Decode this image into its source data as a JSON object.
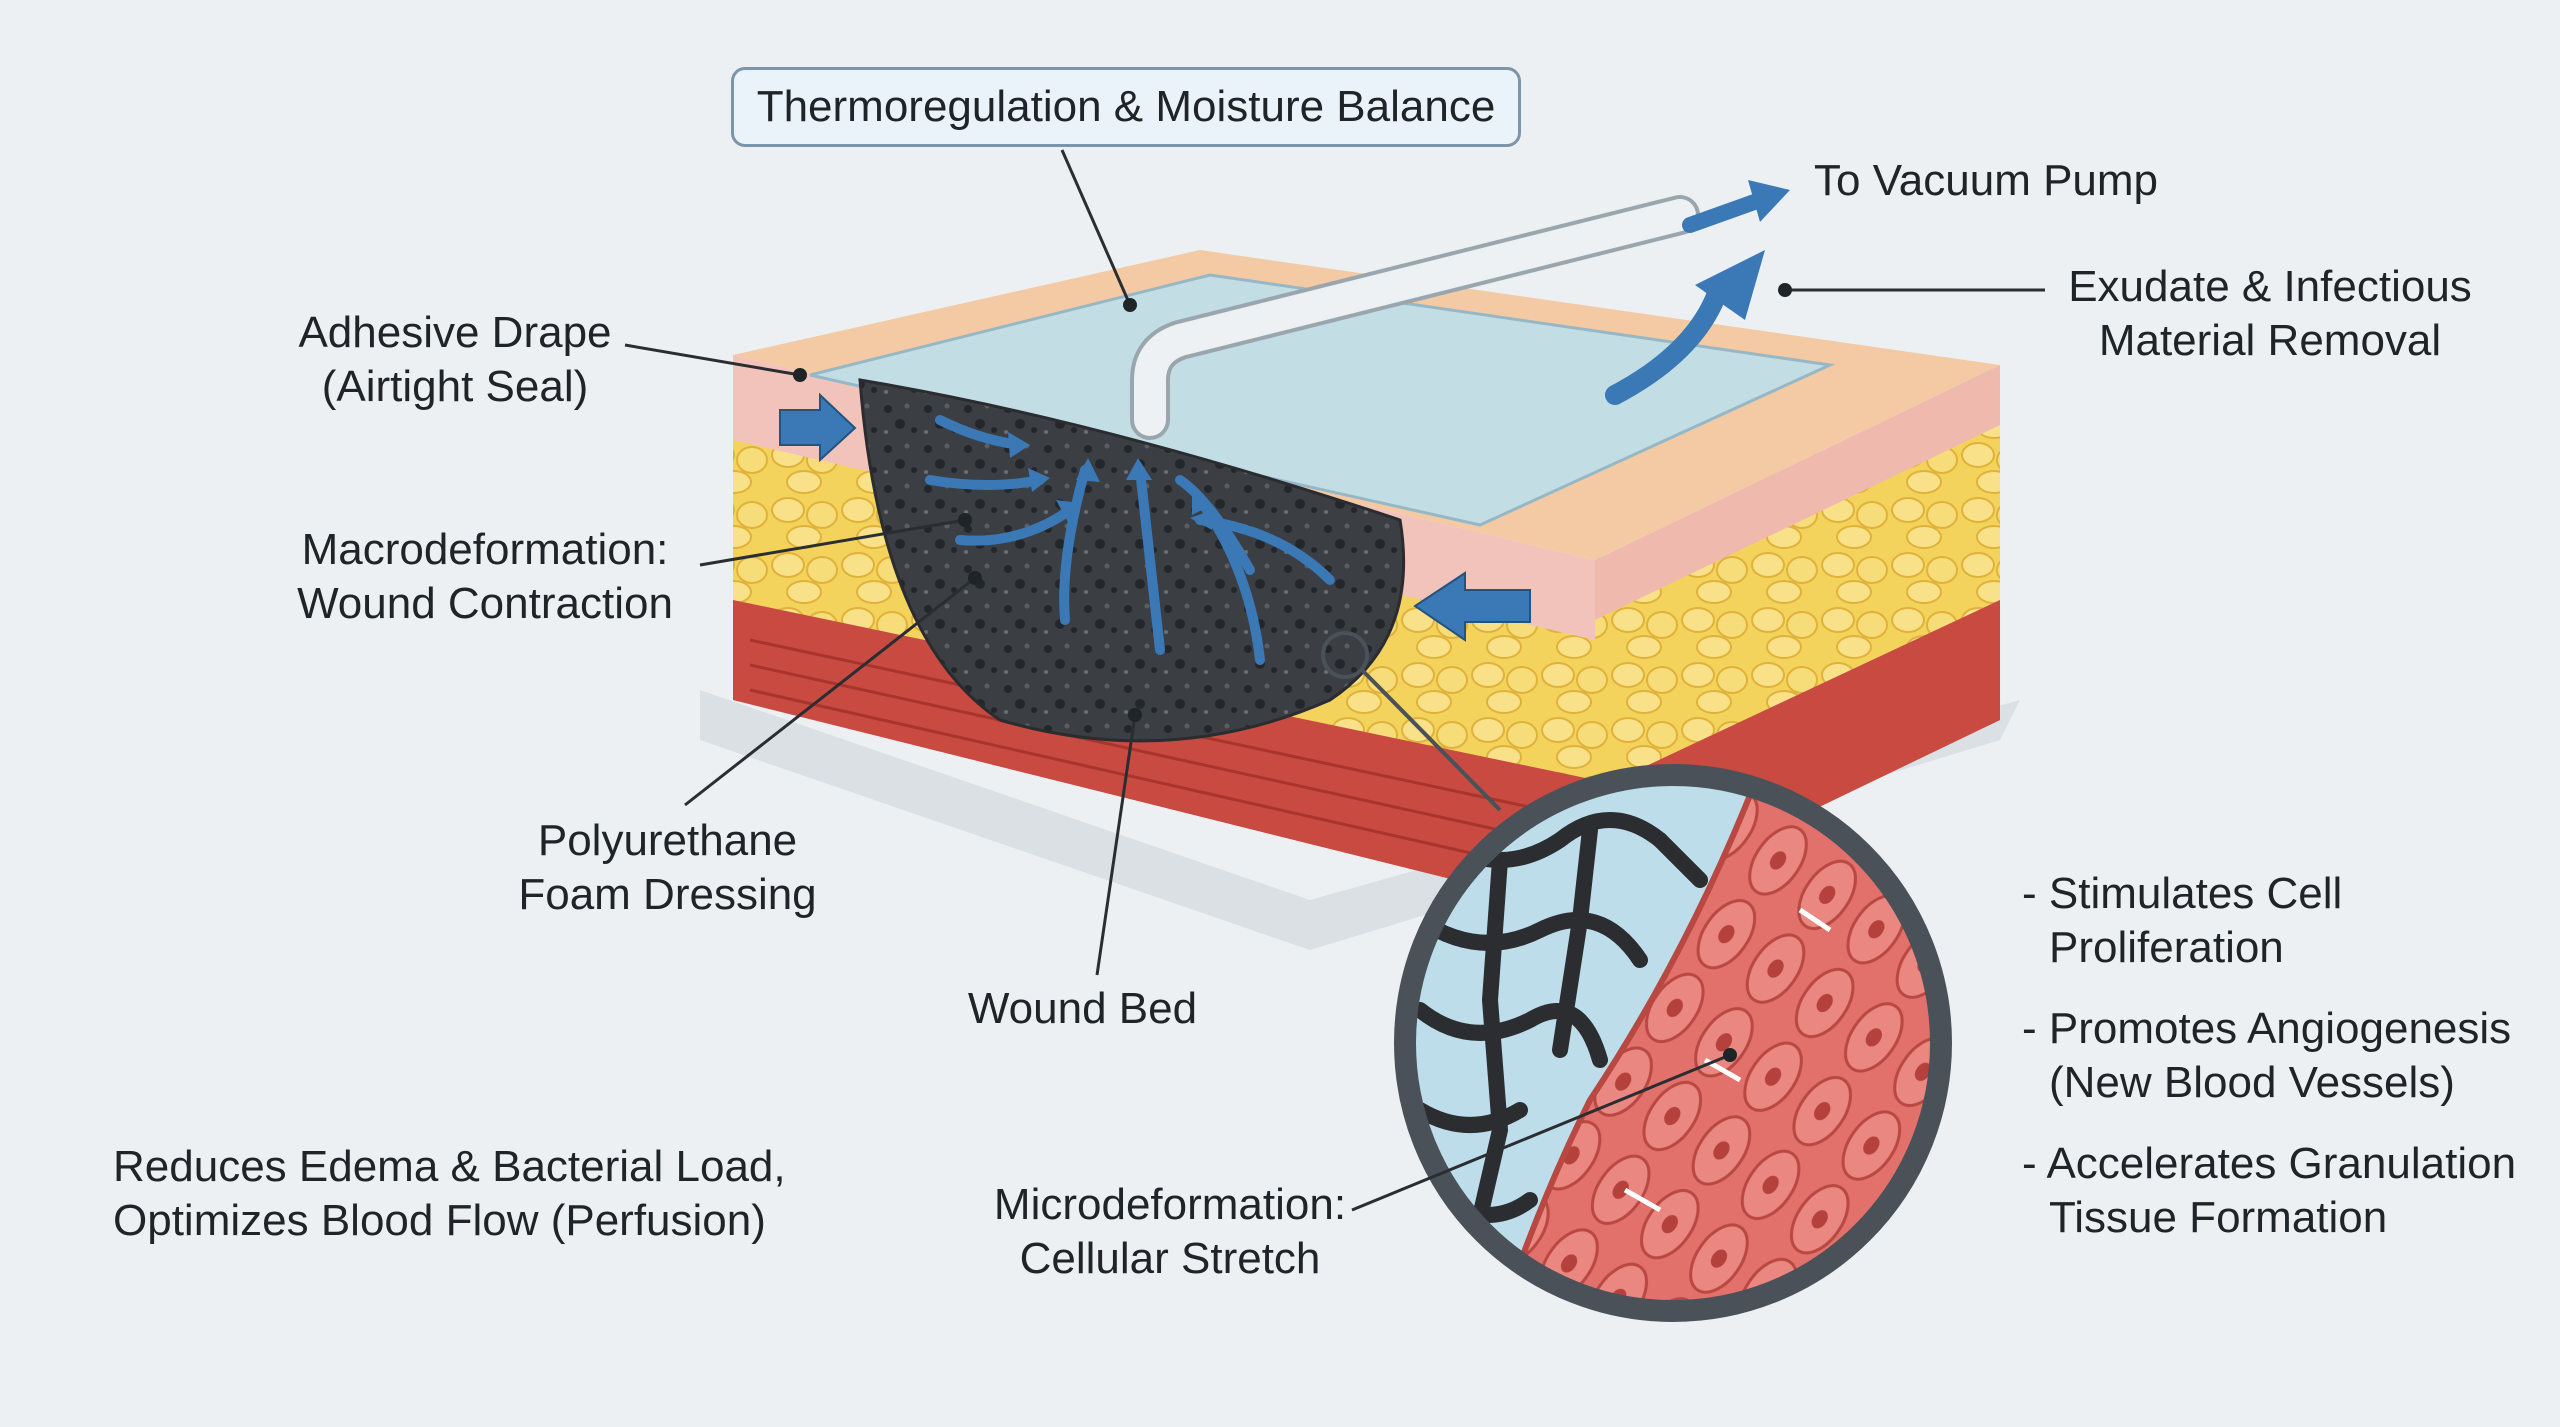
{
  "title_box": {
    "text": "Thermoregulation & Moisture Balance"
  },
  "labels": {
    "vacuum_pump": "To Vacuum Pump",
    "exudate": [
      "Exudate & Infectious",
      "Material Removal"
    ],
    "adhesive_drape": [
      "Adhesive Drape",
      "(Airtight Seal)"
    ],
    "macrodeformation": [
      "Macrodeformation:",
      "Wound Contraction"
    ],
    "foam_dressing": [
      "Polyurethane",
      "Foam Dressing"
    ],
    "wound_bed": "Wound Bed",
    "reduces_edema": [
      "Reduces Edema & Bacterial Load,",
      "Optimizes Blood Flow (Perfusion)"
    ],
    "microdeformation": [
      "Microdeformation:",
      "Cellular Stretch"
    ]
  },
  "benefits": [
    {
      "lines": [
        "- Stimulates Cell",
        "Proliferation"
      ]
    },
    {
      "lines": [
        "- Promotes Angiogenesis",
        "(New Blood Vessels)"
      ]
    },
    {
      "lines": [
        "- Accelerates Granulation",
        "Tissue Formation"
      ]
    }
  ],
  "colors": {
    "background": "#ecf0f3",
    "skin_top": "#f2c9a3",
    "dermis": "#f3bfb8",
    "fat": "#f3d25a",
    "muscle": "#c94a40",
    "foam": "#3a3d42",
    "drape": "#bcdde9",
    "arrow": "#3a78b6",
    "tube": "#e9edf0"
  }
}
